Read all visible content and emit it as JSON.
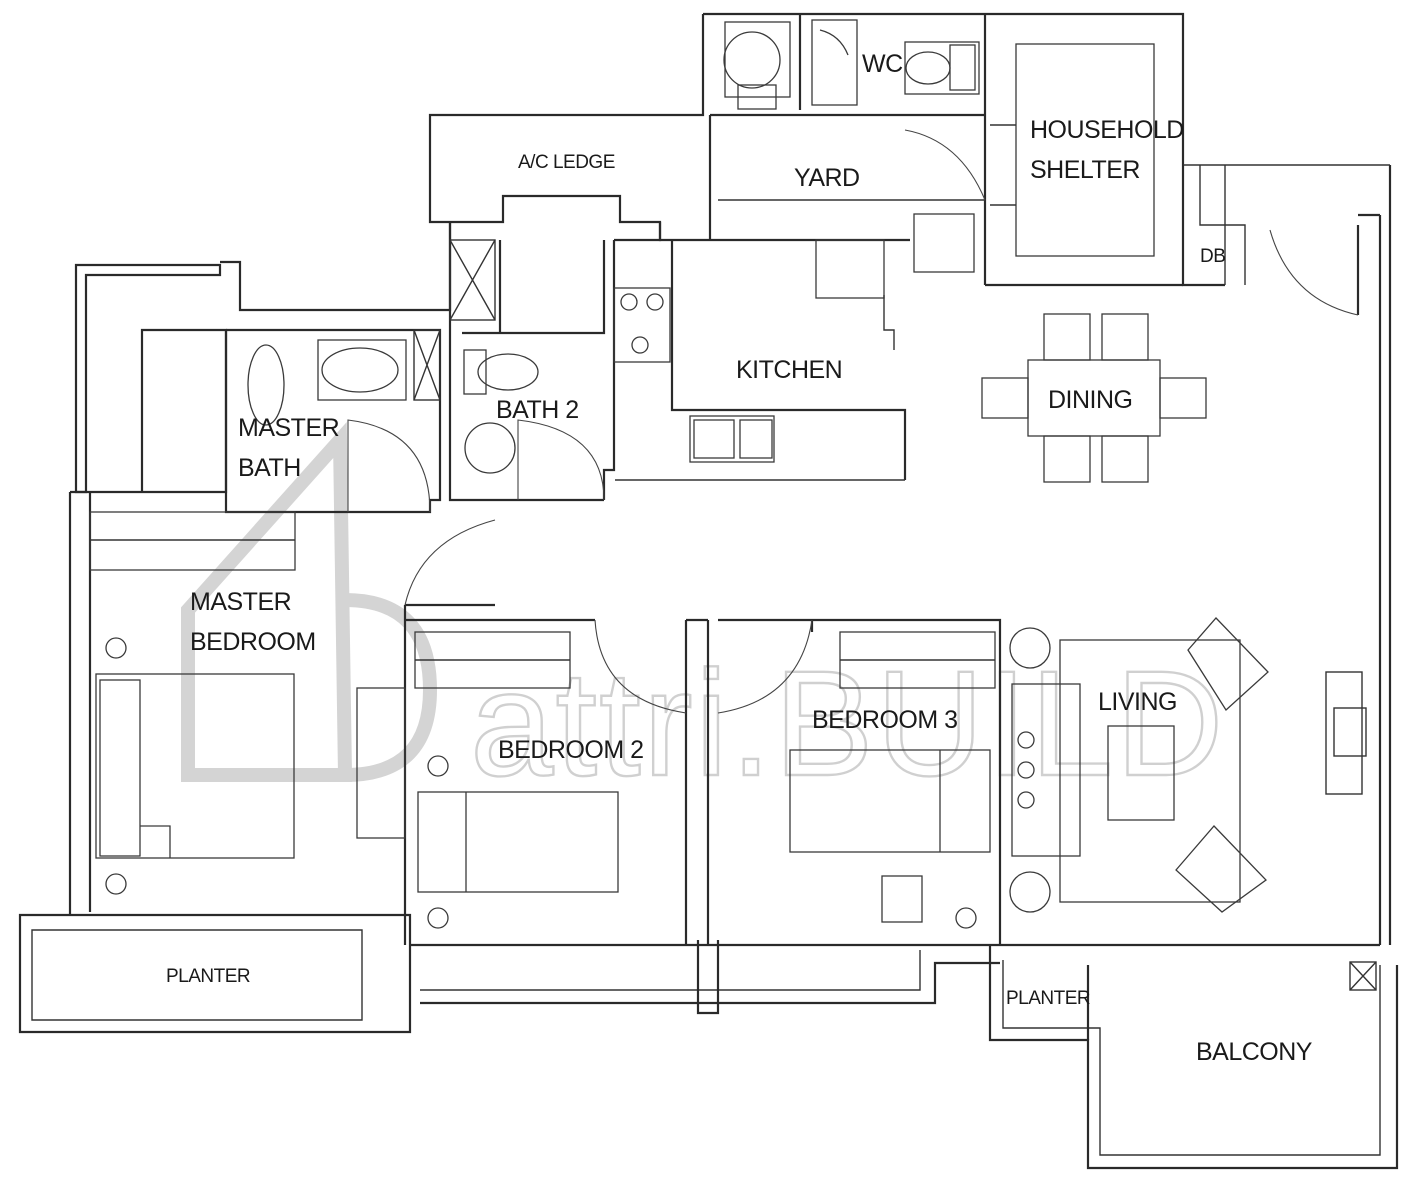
{
  "rooms": {
    "wc": "WC",
    "household": "HOUSEHOLD",
    "shelter": "SHELTER",
    "ac_ledge": "A/C LEDGE",
    "yard": "YARD",
    "db": "DB",
    "kitchen": "KITCHEN",
    "dining": "DINING",
    "master": "MASTER",
    "bath": "BATH",
    "bath2": "BATH 2",
    "master_bedroom_1": "MASTER",
    "master_bedroom_2": "BEDROOM",
    "bedroom2": "BEDROOM 2",
    "bedroom3": "BEDROOM 3",
    "living": "LIVING",
    "planter_left": "PLANTER",
    "planter_right": "PLANTER",
    "balcony": "BALCONY"
  },
  "watermark": "attri.BUILD",
  "colors": {
    "line": "#2a2a2a",
    "watermark": "#d0d0d0"
  }
}
